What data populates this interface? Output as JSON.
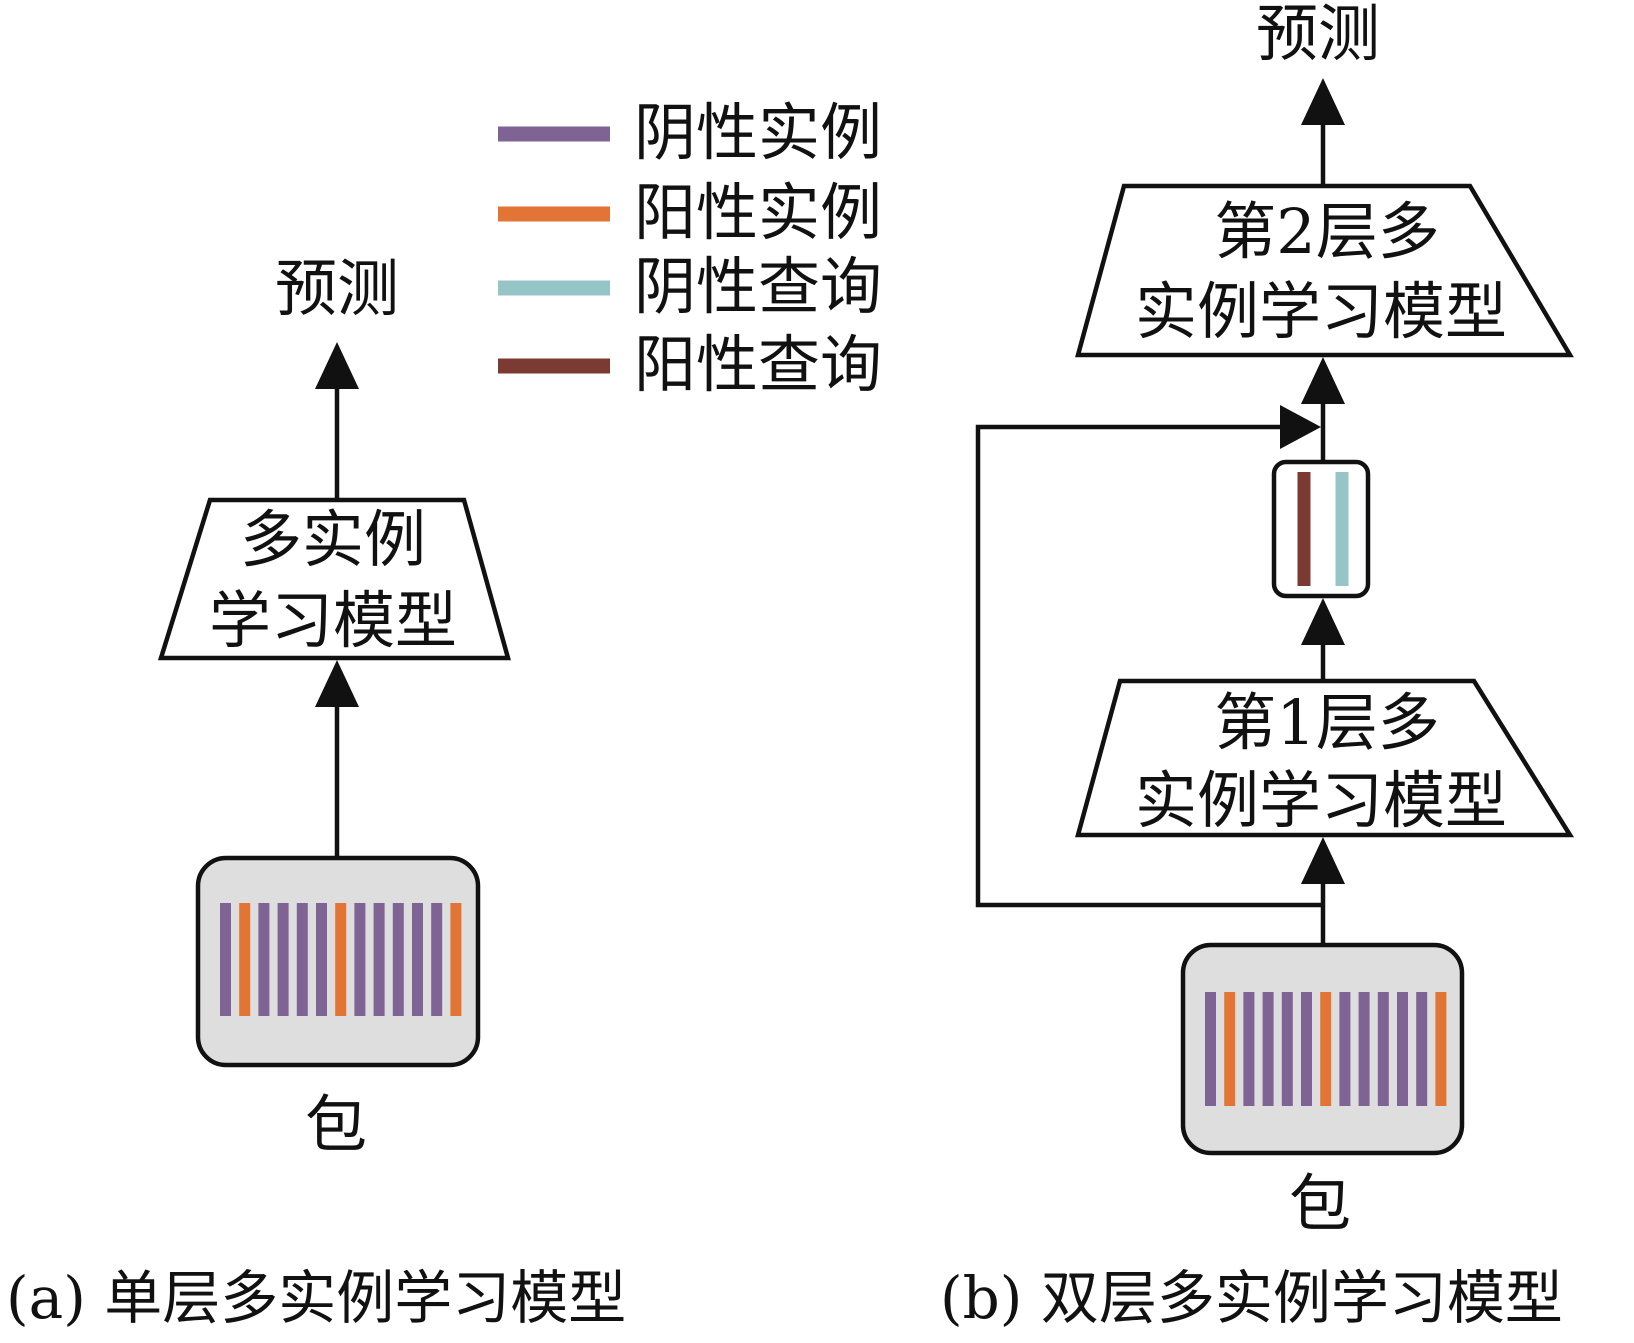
{
  "colors": {
    "negative_instance": "#7e6394",
    "positive_instance": "#e27536",
    "negative_query": "#97c4c6",
    "positive_query": "#7b3a32",
    "bag_fill": "#dedede",
    "line": "#111111"
  },
  "legend": [
    {
      "label": "阴性实例",
      "color_key": "negative_instance"
    },
    {
      "label": "阳性实例",
      "color_key": "positive_instance"
    },
    {
      "label": "阴性查询",
      "color_key": "negative_query"
    },
    {
      "label": "阳性查询",
      "color_key": "positive_query"
    }
  ],
  "panel_a": {
    "caption": "(a) 单层多实例学习模型",
    "prediction": "预测",
    "model_lines": [
      "多实例",
      "学习模型"
    ],
    "bag_label": "包",
    "bag_instances": [
      "neg",
      "pos",
      "neg",
      "neg",
      "neg",
      "neg",
      "pos",
      "neg",
      "neg",
      "neg",
      "neg",
      "neg",
      "pos"
    ]
  },
  "panel_b": {
    "caption": "(b) 双层多实例学习模型",
    "prediction": "预测",
    "model2_lines": [
      "第2层多",
      "实例学习模型"
    ],
    "model1_lines": [
      "第1层多",
      "实例学习模型"
    ],
    "bag_label": "包",
    "bag_instances": [
      "neg",
      "pos",
      "neg",
      "neg",
      "neg",
      "neg",
      "pos",
      "neg",
      "neg",
      "neg",
      "neg",
      "neg",
      "pos"
    ],
    "queries": [
      "positive_query",
      "negative_query"
    ]
  }
}
